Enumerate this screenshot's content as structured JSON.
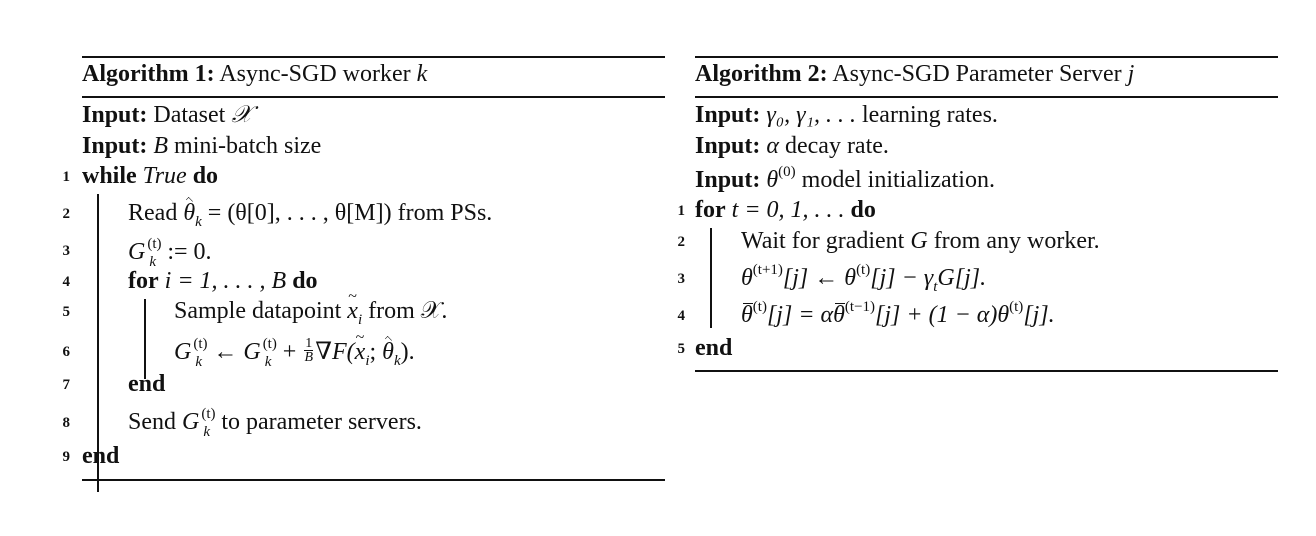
{
  "algorithm1": {
    "title_bold": "Algorithm 1:",
    "title_rest": "Async-SGD worker",
    "title_var": "k",
    "inputs": [
      {
        "label": "Input:",
        "pre": "Dataset",
        "math": "𝒳",
        "post": ""
      },
      {
        "label": "Input:",
        "pre": "",
        "math": "B",
        "post": " mini-batch size"
      }
    ],
    "line_numbers": [
      "1",
      "2",
      "3",
      "4",
      "5",
      "6",
      "7",
      "8",
      "9"
    ],
    "lines": {
      "l1_kw1": "while",
      "l1_cond": "True",
      "l1_kw2": "do",
      "l2_pre": "Read ",
      "l2_theta": "θ",
      "l2_sub": "k",
      "l2_rest": " = (θ[0], . . . , θ[M]) from PSs.",
      "l3_G": "G",
      "l3_sup": "(t)",
      "l3_sub": "k",
      "l3_rest": " := 0.",
      "l4_kw1": "for",
      "l4_math": " i = 1, . . . , B ",
      "l4_kw2": "do",
      "l5_pre": "Sample datapoint ",
      "l5_x": "x",
      "l5_sub": "i",
      "l5_post": " from 𝒳.",
      "l6_G1": "G",
      "l6_arrow": " ← ",
      "l6_G2": "G",
      "l6_plus": " + ",
      "l6_frac_num": "1",
      "l6_frac_den": "B",
      "l6_grad": "∇F(",
      "l6_x": "x",
      "l6_xsub": "i",
      "l6_semi": "; ",
      "l6_theta": "θ",
      "l6_tsub": "k",
      "l6_close": ").",
      "l7_kw": "end",
      "l8_pre": "Send ",
      "l8_G": "G",
      "l8_post": " to parameter servers.",
      "l9_kw": "end"
    }
  },
  "algorithm2": {
    "title_bold": "Algorithm 2:",
    "title_rest": "Async-SGD Parameter Server",
    "title_var": "j",
    "inputs": [
      {
        "label": "Input:",
        "math": "γ₀, γ₁, . . .",
        "post": " learning rates."
      },
      {
        "label": "Input:",
        "math": "α",
        "post": " decay rate."
      },
      {
        "label": "Input:",
        "math": "θ",
        "sup": "(0)",
        "post": " model initialization."
      }
    ],
    "line_numbers": [
      "1",
      "2",
      "3",
      "4",
      "5"
    ],
    "lines": {
      "l1_kw1": "for",
      "l1_math": " t = 0, 1, . . . ",
      "l1_kw2": "do",
      "l2_pre": "Wait for gradient ",
      "l2_G": "G",
      "l2_post": " from any worker.",
      "l3_theta": "θ",
      "l3_sup1": "(t+1)",
      "l3_mid": "[j] ← θ",
      "l3_sup2": "(t)",
      "l3_rest": "[j] − γ",
      "l3_sub": "t",
      "l3_end": "G[j].",
      "l4_theta": "θ",
      "l4_sup1": "(t)",
      "l4_mid": "[j] = α",
      "l4_theta2": "θ",
      "l4_sup2": "(t−1)",
      "l4_rest": "[j] + (1 − α)θ",
      "l4_sup3": "(t)",
      "l4_end": "[j].",
      "l5_kw": "end"
    }
  }
}
